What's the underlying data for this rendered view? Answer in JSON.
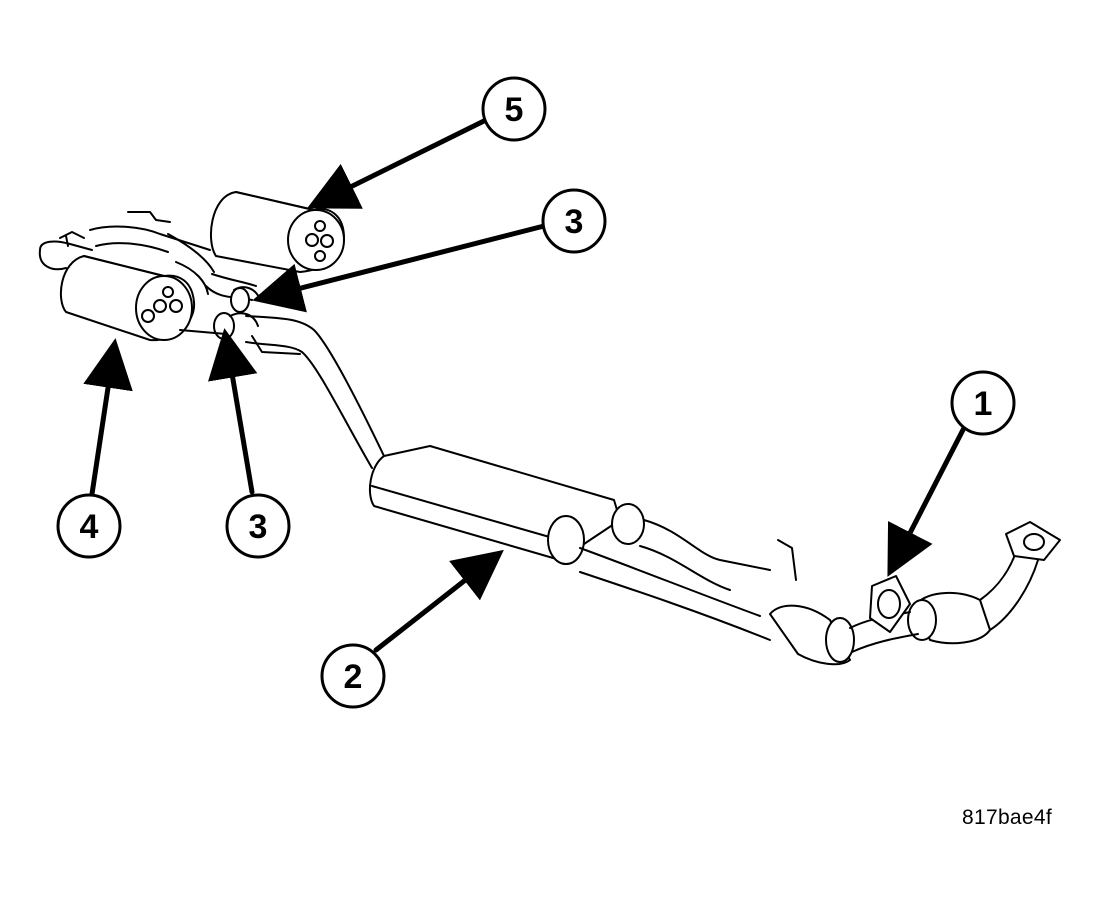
{
  "callouts": [
    {
      "id": "1",
      "label": "1",
      "part": "exhaust-flange-gasket"
    },
    {
      "id": "2",
      "label": "2",
      "part": "resonator-muffler"
    },
    {
      "id": "3a",
      "label": "3",
      "part": "pipe-clamp-upper"
    },
    {
      "id": "3b",
      "label": "3",
      "part": "pipe-clamp-lower"
    },
    {
      "id": "4",
      "label": "4",
      "part": "left-muffler"
    },
    {
      "id": "5",
      "label": "5",
      "part": "right-muffler"
    }
  ],
  "reference_code": "817bae4f",
  "colors": {
    "ink": "#000000",
    "paper": "#ffffff",
    "shade": "#e6e6e6"
  }
}
